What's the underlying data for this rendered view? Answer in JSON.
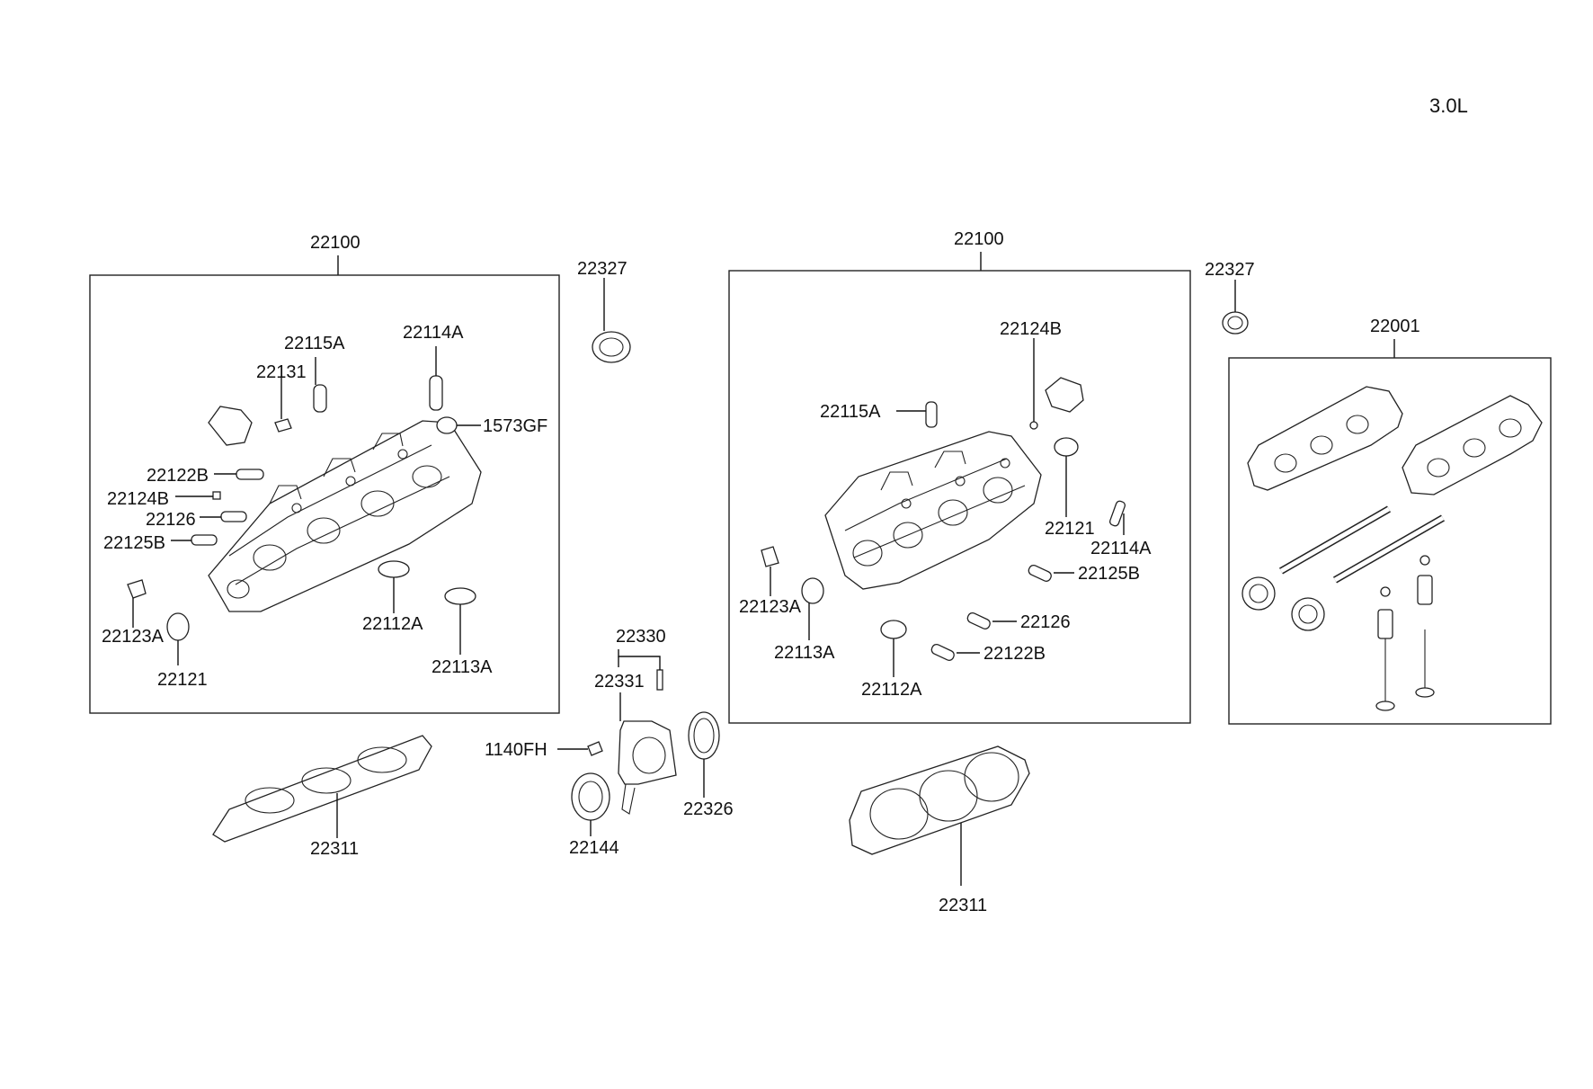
{
  "engine_label": "3.0L",
  "groups": [
    {
      "name": "left-head",
      "label": "22100"
    },
    {
      "name": "right-head",
      "label": "22100"
    },
    {
      "name": "head-assy",
      "label": "22001"
    }
  ],
  "callouts": {
    "l_22327": "22327",
    "l_22115A": "22115A",
    "l_22114A": "22114A",
    "l_22131": "22131",
    "l_1573GF": "1573GF",
    "l_22122B": "22122B",
    "l_22124B": "22124B",
    "l_22126": "22126",
    "l_22125B": "22125B",
    "l_22123A": "22123A",
    "l_22121": "22121",
    "l_22112A": "22112A",
    "l_22113A": "22113A",
    "l_22311": "22311",
    "c_22330": "22330",
    "c_22331": "22331",
    "c_1140FH": "1140FH",
    "c_22144": "22144",
    "c_22326": "22326",
    "r_22327": "22327",
    "r_22124B": "22124B",
    "r_22115A": "22115A",
    "r_22121": "22121",
    "r_22114A": "22114A",
    "r_22125B": "22125B",
    "r_22123A": "22123A",
    "r_22113A": "22113A",
    "r_22126": "22126",
    "r_22122B": "22122B",
    "r_22112A": "22112A",
    "r_22311": "22311"
  }
}
